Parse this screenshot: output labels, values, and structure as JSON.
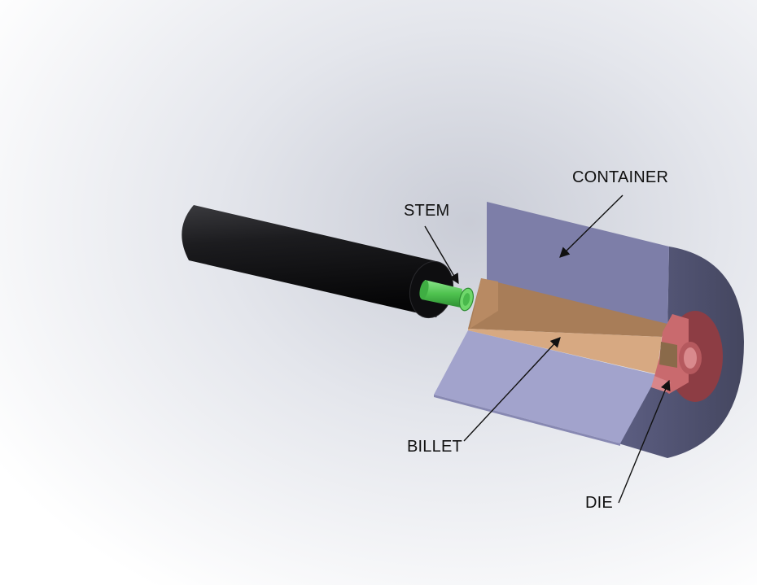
{
  "labels": {
    "container": "CONTAINER",
    "stem": "STEM",
    "billet": "BILLET",
    "die": "DIE"
  },
  "colors": {
    "ram": "#1c1c1e",
    "stem": "#5fcf5a",
    "container_face": "#7d7ea8",
    "container_side": "#555778",
    "container_lower": "#a2a3cc",
    "billet_top": "#a87d58",
    "billet_face": "#d7a982",
    "die": "#c96a6e",
    "die_dark": "#8d3d44"
  }
}
